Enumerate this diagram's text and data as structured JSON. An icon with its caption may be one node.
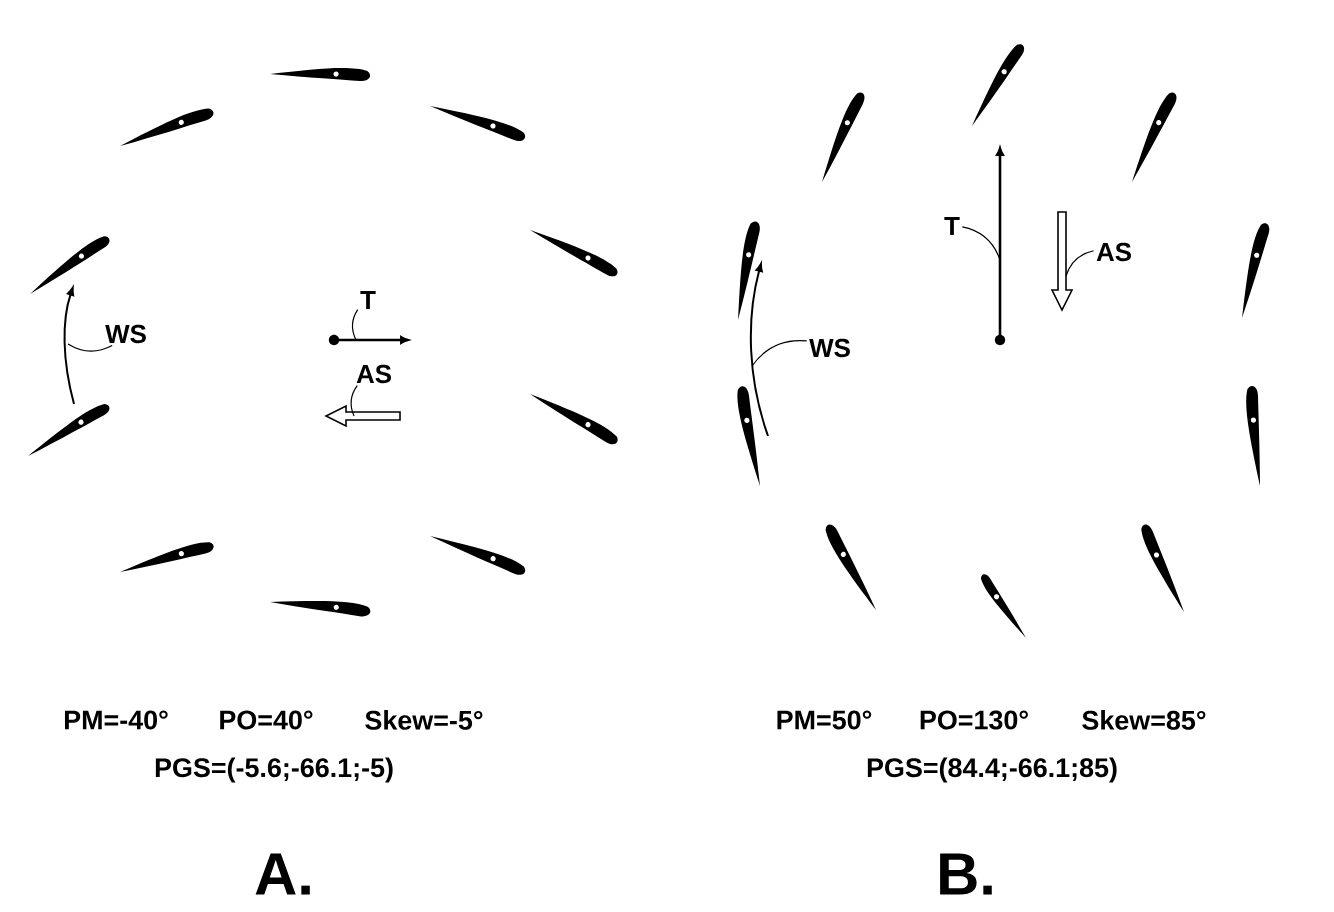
{
  "diagram": {
    "nodes": [
      {
        "text": [
          "T"
        ]
      },
      {
        "text": [
          "AS"
        ]
      },
      {
        "text": [
          "WS"
        ]
      },
      {
        "text": [
          "T"
        ]
      },
      {
        "text": [
          "AS"
        ]
      },
      {
        "text": [
          "WS"
        ]
      }
    ],
    "edges": [
      {
        "from": 0,
        "to": null,
        "arrow": "none"
      },
      {
        "from": 1,
        "to": null,
        "arrow": "none"
      },
      {
        "from": 2,
        "to": null,
        "arrow": "none"
      },
      {
        "from": 3,
        "to": null,
        "arrow": "none"
      },
      {
        "from": 4,
        "to": null,
        "arrow": "none"
      },
      {
        "from": 5,
        "to": null,
        "arrow": "none"
      }
    ],
    "labels": [
      "PM=-40°",
      "PO=40°",
      "Skew=-5°",
      "PGS=(-5.6;-66.1;-5)",
      "A.",
      "PM=50°",
      "PO=130°",
      "Skew=85°",
      "PGS=(84.4;-66.1;85)",
      "B."
    ]
  }
}
